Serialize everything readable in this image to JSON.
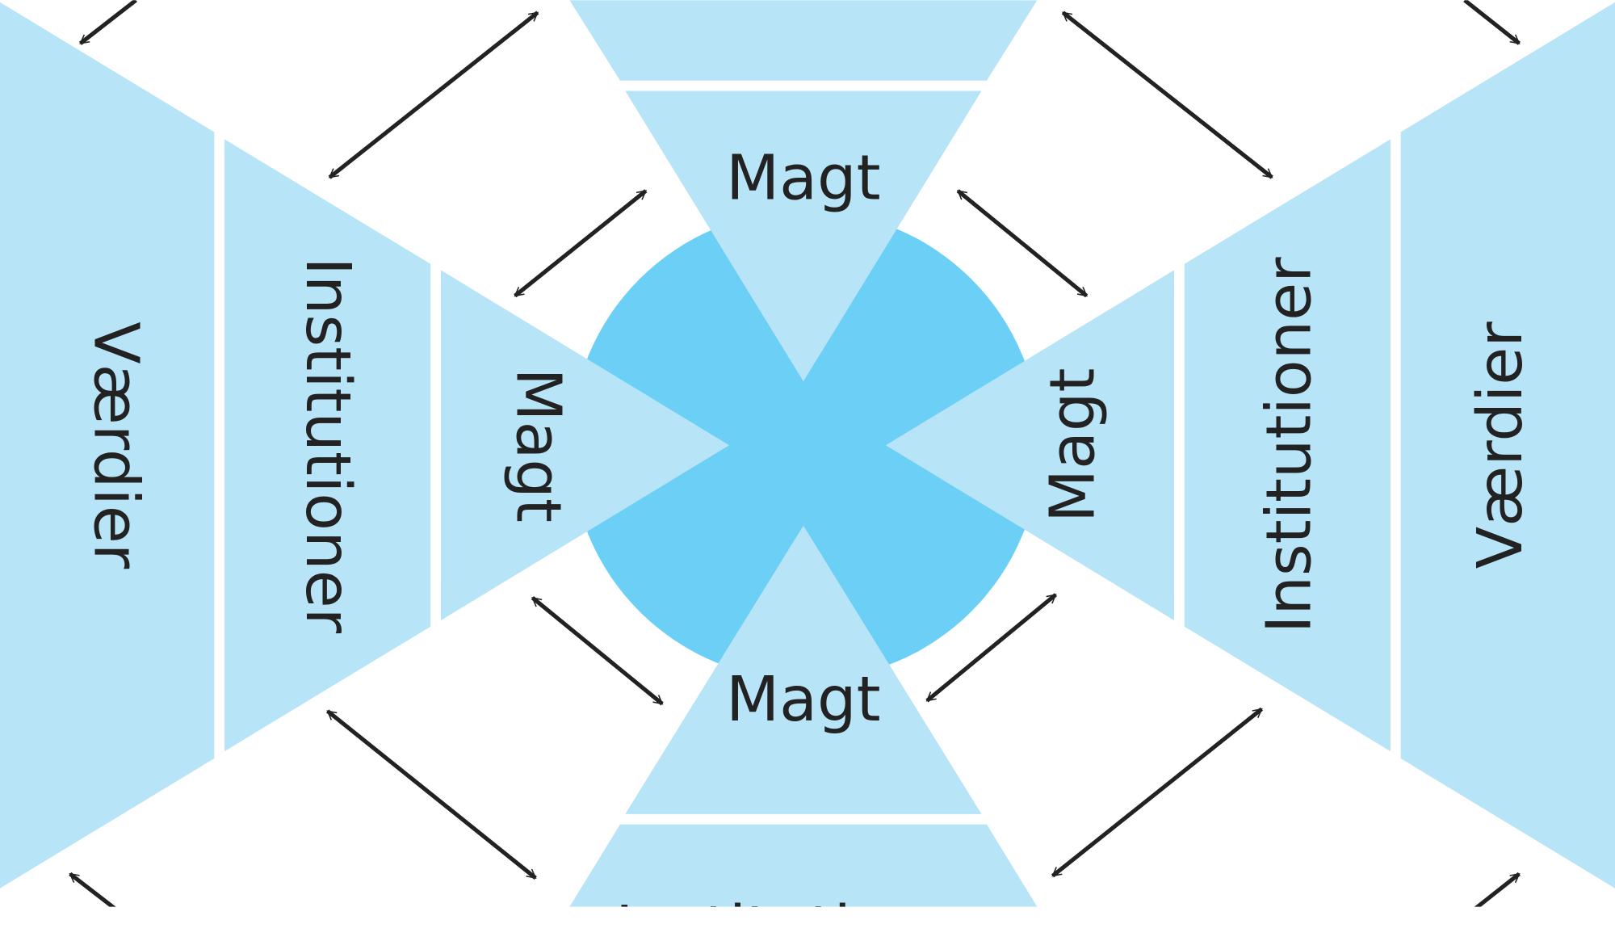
{
  "colors": {
    "light": "#b8e4f8",
    "dark": "#6ccff6",
    "text": "#222222"
  },
  "labels": {
    "top_magt": "Magt",
    "bottom_magt": "Magt",
    "left_magt": "Magt",
    "right_magt": "Magt",
    "left_institutions": "Institutioner",
    "right_institutions": "Institutioner",
    "bottom_institutions": "Institutioner",
    "left_values": "Værdier",
    "right_values": "Værdier"
  }
}
